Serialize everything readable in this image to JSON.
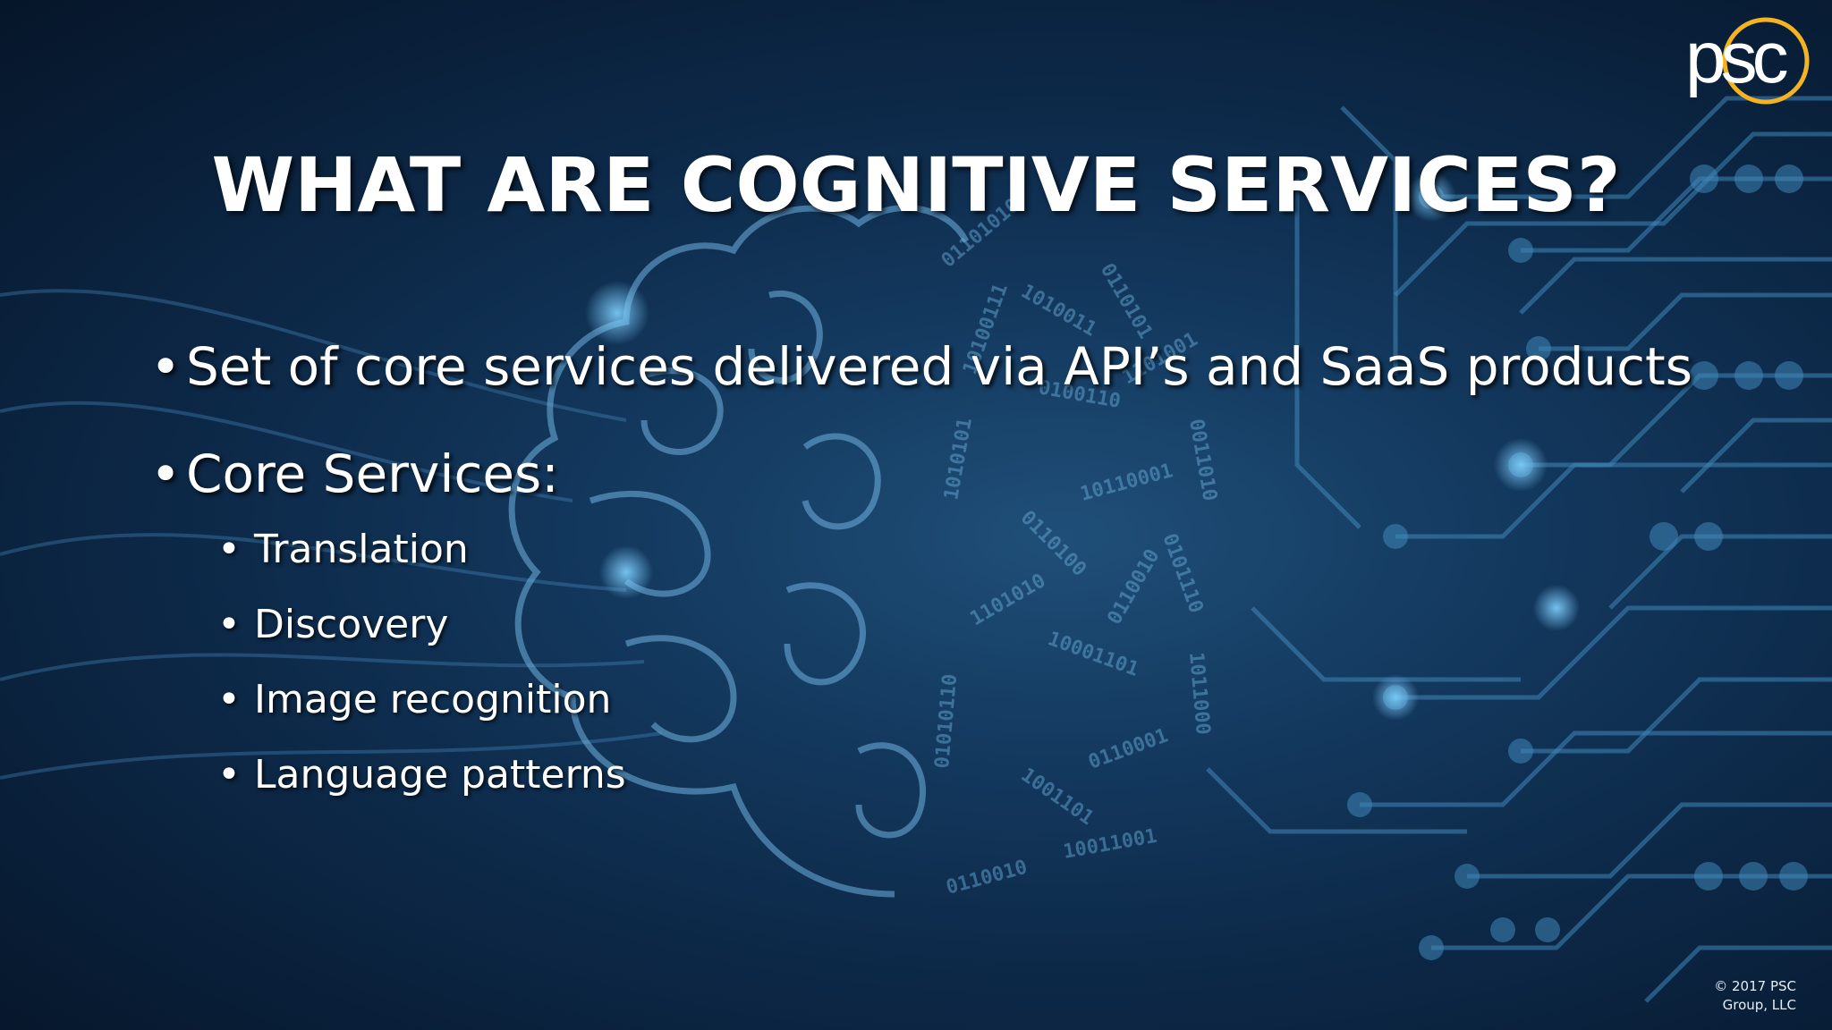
{
  "slide": {
    "title": "WHAT ARE COGNITIVE SERVICES?",
    "bullet_symbol": "•",
    "bullets": [
      "Set of core services delivered via API’s and SaaS products",
      "Core Services:"
    ],
    "sub_bullets": [
      "Translation",
      "Discovery",
      "Image recognition",
      "Language patterns"
    ],
    "logo_text": "psc",
    "copyright_line1": "© 2017 PSC",
    "copyright_line2": "Group, LLC"
  },
  "colors": {
    "background": "#0a1f3a",
    "text": "#ffffff",
    "logo_ring": "#f5b321",
    "circuit": "#3f86b8"
  },
  "background_art": [
    "brain-outline",
    "binary-digits",
    "circuit-lines"
  ]
}
